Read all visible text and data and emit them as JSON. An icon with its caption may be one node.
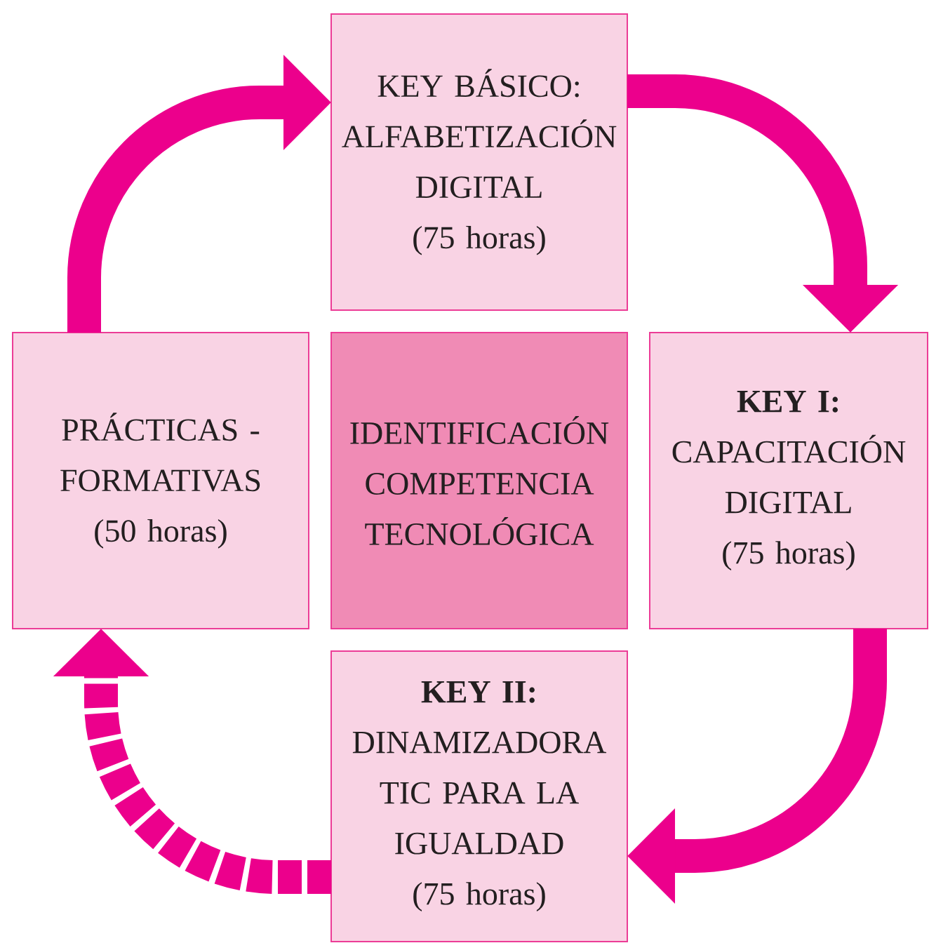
{
  "diagram": {
    "nodes": [
      {
        "text": [
          "KEY BÁSICO: ALFABETIZACIÓN DIGITAL",
          "(75 horas)"
        ]
      },
      {
        "text": [
          "PRÁCTICAS - FORMATIVAS",
          "(50 horas)"
        ]
      },
      {
        "text": [
          "IDENTIFICACIÓN COMPETENCIA TECNOLÓGICA"
        ]
      },
      {
        "text": [
          "**KEY I:**",
          "CAPACITACIÓN DIGITAL",
          "(75 horas)"
        ]
      },
      {
        "text": [
          "**KEY II:**",
          "DINAMIZADORA TIC PARA LA IGUALDAD",
          "(75 horas)"
        ]
      }
    ],
    "edges": [
      {
        "from": 0,
        "to": 3,
        "arrow": "to"
      },
      {
        "from": 3,
        "to": 4,
        "arrow": "to"
      },
      {
        "from": 4,
        "to": 1,
        "arrow": "to",
        "style": "dashed"
      },
      {
        "from": 1,
        "to": 0,
        "arrow": "to"
      }
    ]
  }
}
